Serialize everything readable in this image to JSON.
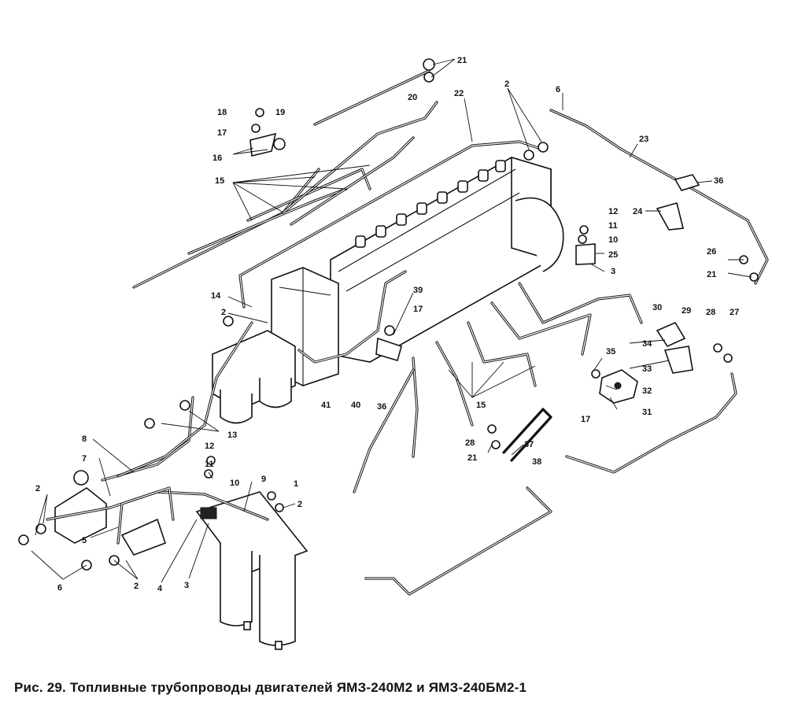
{
  "caption": "Рис. 29. Топливные трубопроводы двигателей ЯМЗ-240М2 и ЯМЗ-240БМ2-1",
  "callouts": [
    {
      "id": "c21a",
      "text": "21"
    },
    {
      "id": "c20",
      "text": "20"
    },
    {
      "id": "c22",
      "text": "22"
    },
    {
      "id": "c2a",
      "text": "2"
    },
    {
      "id": "c6a",
      "text": "6"
    },
    {
      "id": "c23",
      "text": "23"
    },
    {
      "id": "c18",
      "text": "18"
    },
    {
      "id": "c19",
      "text": "19"
    },
    {
      "id": "c17a",
      "text": "17"
    },
    {
      "id": "c16",
      "text": "16"
    },
    {
      "id": "c15a",
      "text": "15"
    },
    {
      "id": "c36a",
      "text": "36"
    },
    {
      "id": "c24",
      "text": "24"
    },
    {
      "id": "c12a",
      "text": "12"
    },
    {
      "id": "c11a",
      "text": "11"
    },
    {
      "id": "c10a",
      "text": "10"
    },
    {
      "id": "c25",
      "text": "25"
    },
    {
      "id": "c3a",
      "text": "3"
    },
    {
      "id": "c26",
      "text": "26"
    },
    {
      "id": "c21b",
      "text": "21"
    },
    {
      "id": "c14",
      "text": "14"
    },
    {
      "id": "c2b",
      "text": "2"
    },
    {
      "id": "c39",
      "text": "39"
    },
    {
      "id": "c17b",
      "text": "17"
    },
    {
      "id": "c30",
      "text": "30"
    },
    {
      "id": "c29",
      "text": "29"
    },
    {
      "id": "c28a",
      "text": "28"
    },
    {
      "id": "c27",
      "text": "27"
    },
    {
      "id": "c35",
      "text": "35"
    },
    {
      "id": "c34",
      "text": "34"
    },
    {
      "id": "c33",
      "text": "33"
    },
    {
      "id": "c32",
      "text": "32"
    },
    {
      "id": "c31",
      "text": "31"
    },
    {
      "id": "c17c",
      "text": "17"
    },
    {
      "id": "c41",
      "text": "41"
    },
    {
      "id": "c40",
      "text": "40"
    },
    {
      "id": "c36b",
      "text": "36"
    },
    {
      "id": "c15b",
      "text": "15"
    },
    {
      "id": "c13",
      "text": "13"
    },
    {
      "id": "c28b",
      "text": "28"
    },
    {
      "id": "c37",
      "text": "37"
    },
    {
      "id": "c21c",
      "text": "21"
    },
    {
      "id": "c38",
      "text": "38"
    },
    {
      "id": "c8",
      "text": "8"
    },
    {
      "id": "c12b",
      "text": "12"
    },
    {
      "id": "c11b",
      "text": "11"
    },
    {
      "id": "c7",
      "text": "7"
    },
    {
      "id": "c10b",
      "text": "10"
    },
    {
      "id": "c9",
      "text": "9"
    },
    {
      "id": "c1",
      "text": "1"
    },
    {
      "id": "c2c",
      "text": "2"
    },
    {
      "id": "c2d",
      "text": "2"
    },
    {
      "id": "c5",
      "text": "5"
    },
    {
      "id": "c6b",
      "text": "6"
    },
    {
      "id": "c4",
      "text": "4"
    },
    {
      "id": "c3b",
      "text": "3"
    },
    {
      "id": "c2e",
      "text": "2"
    }
  ]
}
